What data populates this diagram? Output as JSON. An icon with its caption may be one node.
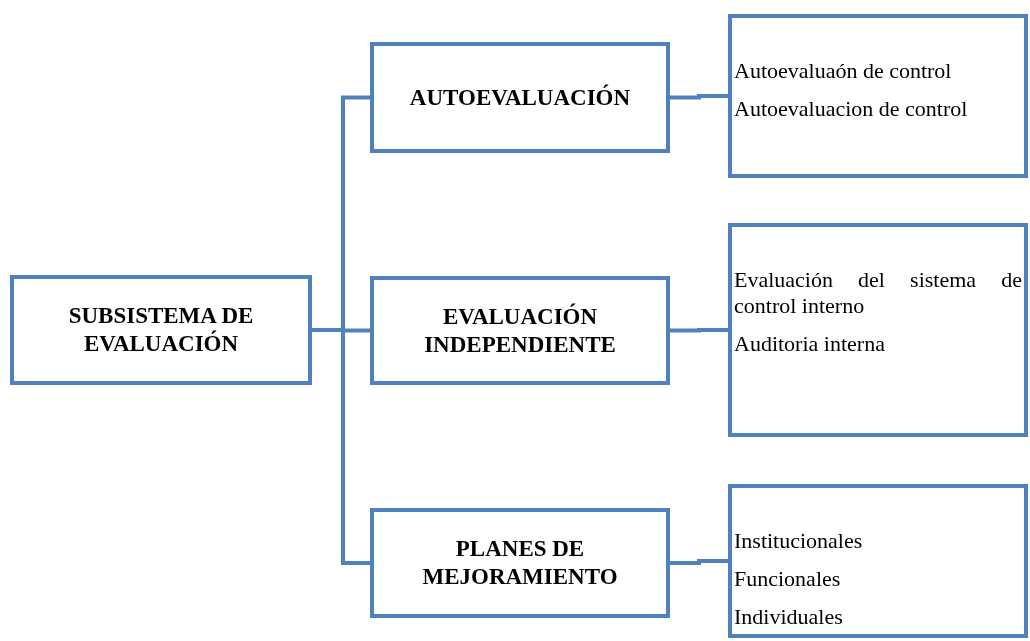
{
  "diagram": {
    "nodes": [
      {
        "text": [
          "SUBSISTEMA DE EVALUACIÓN"
        ]
      },
      {
        "text": [
          "AUTOEVALUACIÓN"
        ]
      },
      {
        "text": [
          "EVALUACIÓN INDEPENDIENTE"
        ]
      },
      {
        "text": [
          "PLANES DE MEJORAMIENTO"
        ]
      },
      {
        "text": [
          "Autoevaluaón de control",
          "Autoevaluacion de control"
        ]
      },
      {
        "text": [
          "Evaluación del sistema de control interno",
          "Auditoria interna"
        ]
      },
      {
        "text": [
          "Institucionales",
          "Funcionales",
          "Individuales"
        ]
      }
    ],
    "edges": [
      {
        "from": 0,
        "to": 1,
        "arrow": "none"
      },
      {
        "from": 0,
        "to": 2,
        "arrow": "none"
      },
      {
        "from": 0,
        "to": 3,
        "arrow": "none"
      },
      {
        "from": 1,
        "to": 4,
        "arrow": "none"
      },
      {
        "from": 2,
        "to": 5,
        "arrow": "none"
      },
      {
        "from": 3,
        "to": 6,
        "arrow": "none"
      }
    ]
  }
}
